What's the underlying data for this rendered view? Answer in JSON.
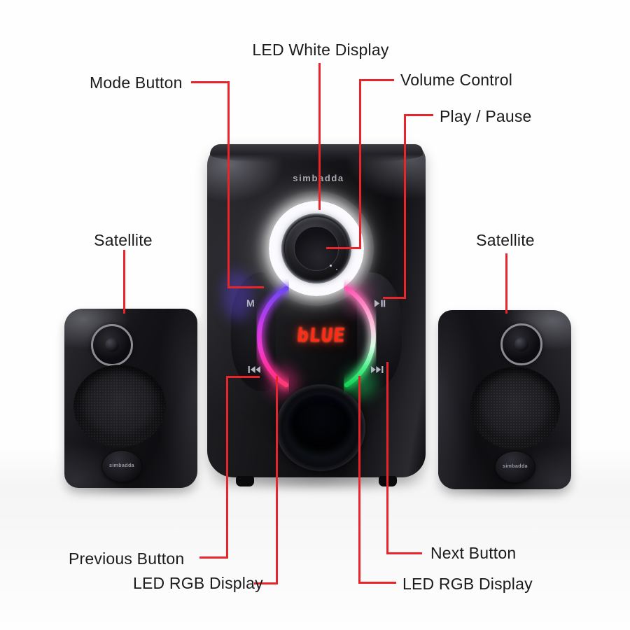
{
  "annotation": {
    "line_color": "#e8252b",
    "text_color": "#1b1b1d",
    "labels": [
      {
        "id": "led-white-display",
        "text": "LED White Display"
      },
      {
        "id": "mode-button",
        "text": "Mode Button"
      },
      {
        "id": "volume-control",
        "text": "Volume Control"
      },
      {
        "id": "play-pause",
        "text": "Play / Pause"
      },
      {
        "id": "satellite-left",
        "text": "Satellite"
      },
      {
        "id": "satellite-right",
        "text": "Satellite"
      },
      {
        "id": "previous-button",
        "text": "Previous Button"
      },
      {
        "id": "led-rgb-display-left",
        "text": "LED RGB Display"
      },
      {
        "id": "next-button",
        "text": "Next Button"
      },
      {
        "id": "led-rgb-display-right",
        "text": "LED RGB Display"
      }
    ]
  },
  "device": {
    "brand_subwoofer": "simbadda",
    "brand_satellite_left": "simbadda",
    "brand_satellite_right": "simbadda",
    "led_display": {
      "text": "bLUE",
      "color": "#ff2b15"
    },
    "controls": {
      "mode_label": "M",
      "play_pause_icon": "play-pause-icon",
      "previous_icon": "previous-track-icon",
      "next_icon": "next-track-icon"
    },
    "led_ring_color": "#ffffff",
    "rgb_arc_colors": {
      "left": [
        "#6d46f5",
        "#ee3bd0",
        "#ff2f96"
      ],
      "right": [
        "#ff57b2",
        "#ffbcdb",
        "#4ef08a",
        "#12d456"
      ]
    }
  }
}
